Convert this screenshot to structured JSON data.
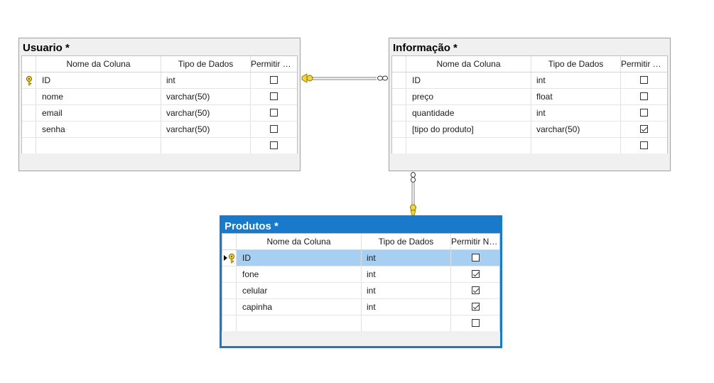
{
  "columns_header": {
    "name": "Nome da Coluna",
    "type": "Tipo de Dados",
    "nullable": "Permitir Nul..."
  },
  "tables": {
    "usuario": {
      "title": "Usuario *",
      "rows": [
        {
          "name": "ID",
          "type": "int",
          "nullable": false,
          "key": true
        },
        {
          "name": "nome",
          "type": "varchar(50)",
          "nullable": false
        },
        {
          "name": "email",
          "type": "varchar(50)",
          "nullable": false
        },
        {
          "name": "senha",
          "type": "varchar(50)",
          "nullable": false
        },
        {
          "name": "",
          "type": "",
          "nullable": false
        }
      ]
    },
    "informacao": {
      "title": "Informação *",
      "rows": [
        {
          "name": "ID",
          "type": "int",
          "nullable": false
        },
        {
          "name": "preço",
          "type": "float",
          "nullable": false
        },
        {
          "name": "quantidade",
          "type": "int",
          "nullable": false
        },
        {
          "name": "[tipo do produto]",
          "type": "varchar(50)",
          "nullable": true
        },
        {
          "name": "",
          "type": "",
          "nullable": false
        }
      ]
    },
    "produtos": {
      "title": "Produtos *",
      "rows": [
        {
          "name": "ID",
          "type": "int",
          "nullable": false,
          "key": true,
          "current": true
        },
        {
          "name": "fone",
          "type": "int",
          "nullable": true
        },
        {
          "name": "celular",
          "type": "int",
          "nullable": true
        },
        {
          "name": "capinha",
          "type": "int",
          "nullable": true
        },
        {
          "name": "",
          "type": "",
          "nullable": false
        }
      ]
    }
  },
  "colors": {
    "selected_table": "#1979ca",
    "selected_row": "#a6cff2",
    "key": "#f2d53c"
  }
}
